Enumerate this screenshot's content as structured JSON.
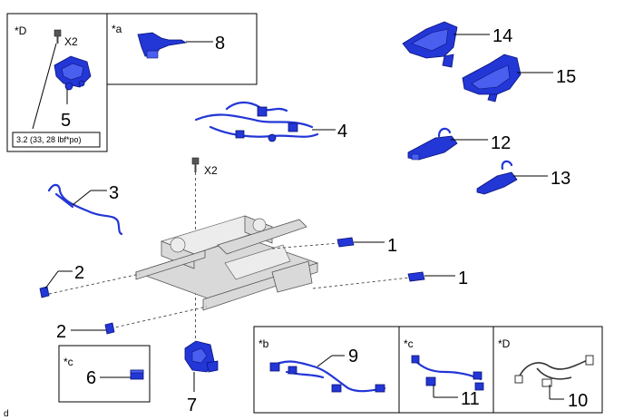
{
  "diagram_code": "d",
  "boxes": {
    "D_top": {
      "tag": "*D",
      "qty": "X2",
      "part_number": "5",
      "torque": "3.2 (33, 28 lbf*po)"
    },
    "a": {
      "tag": "*a",
      "part_number": "8"
    },
    "c_small": {
      "tag": "*c",
      "part_number": "6"
    },
    "b": {
      "tag": "*b",
      "part_number": "9"
    },
    "c": {
      "tag": "*c",
      "part_number": "11"
    },
    "D_bottom": {
      "tag": "*D",
      "part_number": "10"
    }
  },
  "bolt_qty": "X2",
  "callouts": {
    "p14": "14",
    "p15": "15",
    "p4": "4",
    "p12": "12",
    "p13": "13",
    "p3": "3",
    "p1a": "1",
    "p1b": "1",
    "p2a": "2",
    "p2b": "2",
    "p7": "7"
  },
  "colors": {
    "part": "#2336d6",
    "frame": "#d9d9d9",
    "line": "#000000"
  }
}
